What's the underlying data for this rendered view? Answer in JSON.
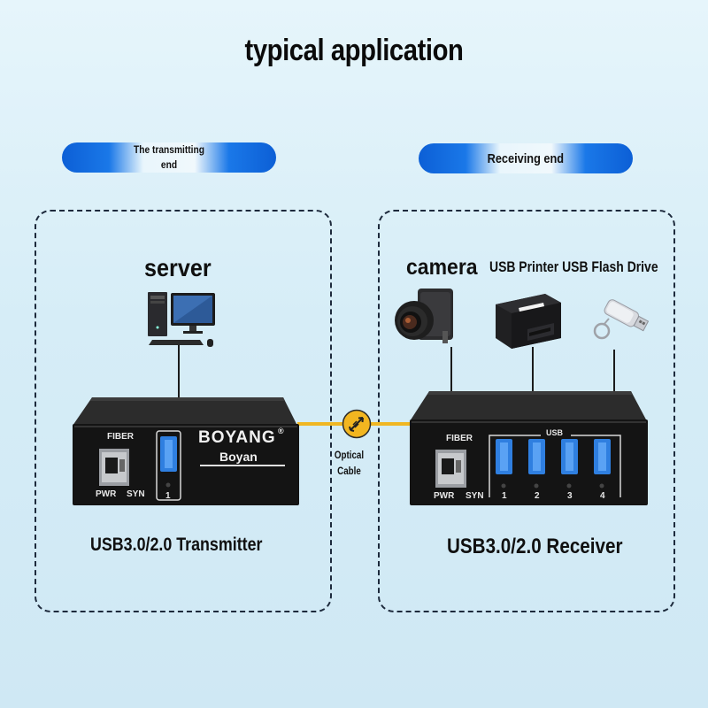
{
  "title": "typical application",
  "transmitting_end": {
    "header": "The transmitting end",
    "source_label": "server",
    "device_label": "USB3.0/2.0 Transmitter",
    "panel": {
      "fiber": "FIBER",
      "pwr": "PWR",
      "syn": "SYN",
      "port_number": "1",
      "logo_text": "BOYANG",
      "logo_sub": "Boyan",
      "registered": "®"
    }
  },
  "receiving_end": {
    "header": "Receiving end",
    "camera_label": "camera",
    "peripherals_label": "USB Printer USB Flash Drive",
    "device_label": "USB3.0/2.0 Receiver",
    "panel": {
      "fiber": "FIBER",
      "pwr": "PWR",
      "syn": "SYN",
      "usb": "USB",
      "port_numbers": [
        "1",
        "2",
        "3",
        "4"
      ]
    }
  },
  "cable": {
    "label_line1": "Optical",
    "label_line2": "Cable"
  },
  "colors": {
    "pill_blue": "#1a78e8",
    "fiber_yellow": "#f0b722",
    "usb_blue": "#2f7fe0",
    "device_black": "#1a1a1a"
  },
  "icons": [
    "desktop-computer-icon",
    "camera-icon",
    "receipt-printer-icon",
    "usb-flash-drive-icon",
    "optical-fiber-icon"
  ]
}
